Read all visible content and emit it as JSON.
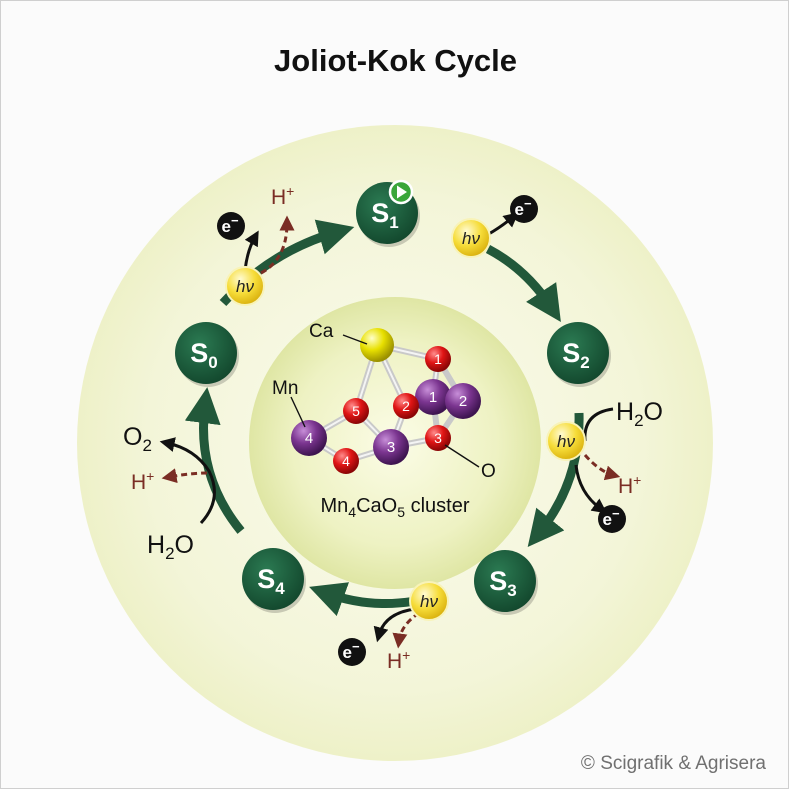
{
  "title": "Joliot-Kok Cycle",
  "copyright": "© Scigrafik & Agrisera",
  "colors": {
    "state_fill": "#1a5c3c",
    "arrow": "#22583a",
    "photon": "#f2d21a",
    "manganese": "#7b3590",
    "oxygen": "#e01515",
    "calcium": "#e8e000",
    "proton_arrow": "#7a2d24",
    "outer_ring": "#f1f4d2"
  },
  "states": [
    {
      "id": "S0",
      "letter": "S",
      "sub": "0"
    },
    {
      "id": "S1",
      "letter": "S",
      "sub": "1"
    },
    {
      "id": "S2",
      "letter": "S",
      "sub": "2"
    },
    {
      "id": "S3",
      "letter": "S",
      "sub": "3"
    },
    {
      "id": "S4",
      "letter": "S",
      "sub": "4"
    }
  ],
  "start_marker_icon": "play-icon",
  "photon_label": "hν",
  "electron_label": "e",
  "electron_charge": "−",
  "proton_label": "H",
  "proton_charge": "+",
  "water_label": {
    "main": "H",
    "sub": "2",
    "tail": "O"
  },
  "oxygen_product": {
    "main": "O",
    "sub": "2"
  },
  "cluster": {
    "calcium_label": "Ca",
    "manganese_label": "Mn",
    "oxygen_label": "O",
    "caption_parts": [
      "Mn",
      "4",
      "Ca",
      "O",
      "5",
      " cluster"
    ],
    "atoms": [
      {
        "kind": "O",
        "n": "1"
      },
      {
        "kind": "Mn",
        "n": "1"
      },
      {
        "kind": "Mn",
        "n": "2"
      },
      {
        "kind": "O",
        "n": "2"
      },
      {
        "kind": "O",
        "n": "5"
      },
      {
        "kind": "Mn",
        "n": "4"
      },
      {
        "kind": "O",
        "n": "4"
      },
      {
        "kind": "Mn",
        "n": "3"
      },
      {
        "kind": "O",
        "n": "3"
      }
    ]
  }
}
